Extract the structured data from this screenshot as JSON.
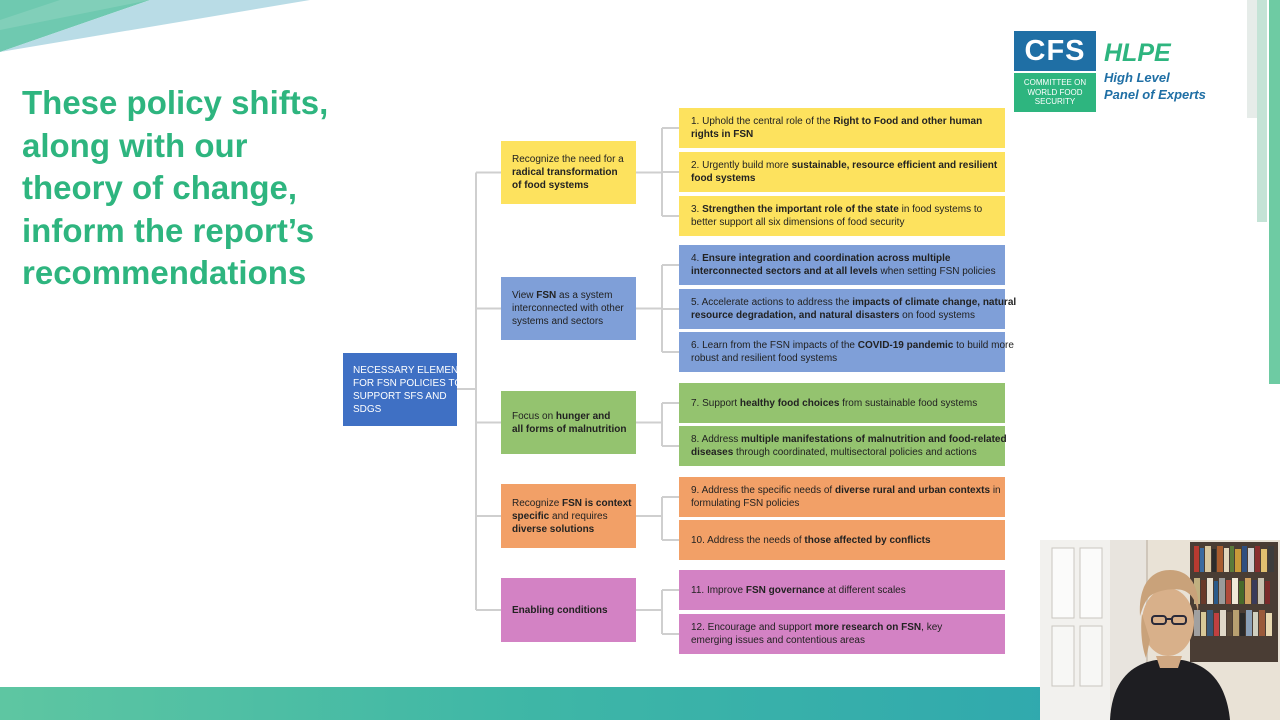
{
  "headline": [
    "These policy shifts,",
    "along with our",
    "theory of change,",
    "inform the report’s",
    "recommendations"
  ],
  "logo": {
    "cfs": "CFS",
    "cfs_sub": [
      "COMMITTEE ON",
      "WORLD FOOD",
      "SECURITY"
    ],
    "hlpe": "HLPE",
    "hlpe_sub": [
      "High Level",
      "Panel of Experts"
    ]
  },
  "colors": {
    "headline": "#2eb57f",
    "root": "#3f70c4",
    "yellow": "#fde25e",
    "blue": "#7f9fd8",
    "green": "#94c36f",
    "orange": "#f2a067",
    "pink": "#d382c4"
  },
  "diagram": {
    "root": [
      "NECESSARY ELEMENTS",
      "FOR FSN POLICIES TO",
      "SUPPORT SFS AND",
      "SDGS"
    ],
    "categories": [
      {
        "color": "yellow",
        "lines": [
          [
            {
              "t": "Recognize the need for a",
              "b": false
            }
          ],
          [
            {
              "t": "radical transformation",
              "b": true
            }
          ],
          [
            {
              "t": "of food systems",
              "b": true
            }
          ]
        ],
        "items": [
          [
            [
              {
                "t": "1. Uphold the central role of the ",
                "b": false
              },
              {
                "t": "Right to Food and other human",
                "b": true
              }
            ],
            [
              {
                "t": "rights in FSN",
                "b": true
              }
            ]
          ],
          [
            [
              {
                "t": "2.  Urgently build more ",
                "b": false
              },
              {
                "t": "sustainable, resource efficient and resilient",
                "b": true
              }
            ],
            [
              {
                "t": "food systems",
                "b": true
              }
            ]
          ],
          [
            [
              {
                "t": "3. ",
                "b": false
              },
              {
                "t": "Strengthen the important role of the state",
                "b": true
              },
              {
                "t": " in food systems to",
                "b": false
              }
            ],
            [
              {
                "t": "better support all six dimensions of food security",
                "b": false
              }
            ]
          ]
        ]
      },
      {
        "color": "blue",
        "lines": [
          [
            {
              "t": "View ",
              "b": false
            },
            {
              "t": "FSN",
              "b": true
            },
            {
              "t": " as a system",
              "b": false
            }
          ],
          [
            {
              "t": "interconnected with other",
              "b": false
            }
          ],
          [
            {
              "t": "systems and sectors",
              "b": false
            }
          ]
        ],
        "items": [
          [
            [
              {
                "t": "4. ",
                "b": false
              },
              {
                "t": "Ensure integration and coordination across multiple",
                "b": true
              }
            ],
            [
              {
                "t": "interconnected sectors and at all levels",
                "b": true
              },
              {
                "t": " when setting FSN policies",
                "b": false
              }
            ]
          ],
          [
            [
              {
                "t": "5. Accelerate actions to address the ",
                "b": false
              },
              {
                "t": "impacts of climate change, natural",
                "b": true
              }
            ],
            [
              {
                "t": "resource degradation, and natural disasters",
                "b": true
              },
              {
                "t": " on food systems",
                "b": false
              }
            ]
          ],
          [
            [
              {
                "t": "6. Learn from the FSN impacts of the ",
                "b": false
              },
              {
                "t": "COVID-19 pandemic",
                "b": true
              },
              {
                "t": " to build more",
                "b": false
              }
            ],
            [
              {
                "t": "robust and resilient food systems",
                "b": false
              }
            ]
          ]
        ]
      },
      {
        "color": "green",
        "lines": [
          [
            {
              "t": "Focus on ",
              "b": false
            },
            {
              "t": "hunger and",
              "b": true
            }
          ],
          [
            {
              "t": "all forms of malnutrition",
              "b": true
            }
          ]
        ],
        "items": [
          [
            [
              {
                "t": "7. Support ",
                "b": false
              },
              {
                "t": "healthy food choices",
                "b": true
              },
              {
                "t": " from sustainable food systems",
                "b": false
              }
            ]
          ],
          [
            [
              {
                "t": "8. Address ",
                "b": false
              },
              {
                "t": "multiple manifestations of malnutrition and food-related",
                "b": true
              }
            ],
            [
              {
                "t": "diseases",
                "b": true
              },
              {
                "t": " through coordinated, multisectoral policies and actions",
                "b": false
              }
            ]
          ]
        ]
      },
      {
        "color": "orange",
        "lines": [
          [
            {
              "t": "Recognize ",
              "b": false
            },
            {
              "t": "FSN is context",
              "b": true
            }
          ],
          [
            {
              "t": "specific",
              "b": true
            },
            {
              "t": " and requires",
              "b": false
            }
          ],
          [
            {
              "t": "diverse solutions",
              "b": true
            }
          ]
        ],
        "items": [
          [
            [
              {
                "t": "9. Address the specific needs of ",
                "b": false
              },
              {
                "t": "diverse rural and urban contexts",
                "b": true
              },
              {
                "t": " in",
                "b": false
              }
            ],
            [
              {
                "t": "formulating FSN policies",
                "b": false
              }
            ]
          ],
          [
            [
              {
                "t": "10. Address the needs of ",
                "b": false
              },
              {
                "t": "those affected by conflicts",
                "b": true
              }
            ]
          ]
        ]
      },
      {
        "color": "pink",
        "lines": [
          [
            {
              "t": "Enabling conditions",
              "b": true
            }
          ]
        ],
        "items": [
          [
            [
              {
                "t": "11. Improve ",
                "b": false
              },
              {
                "t": "FSN governance",
                "b": true
              },
              {
                "t": " at different scales",
                "b": false
              }
            ]
          ],
          [
            [
              {
                "t": "12. Encourage and support ",
                "b": false
              },
              {
                "t": "more research on FSN",
                "b": true
              },
              {
                "t": ", key",
                "b": false
              }
            ],
            [
              {
                "t": "emerging issues and contentious areas",
                "b": false
              }
            ]
          ]
        ]
      }
    ]
  }
}
